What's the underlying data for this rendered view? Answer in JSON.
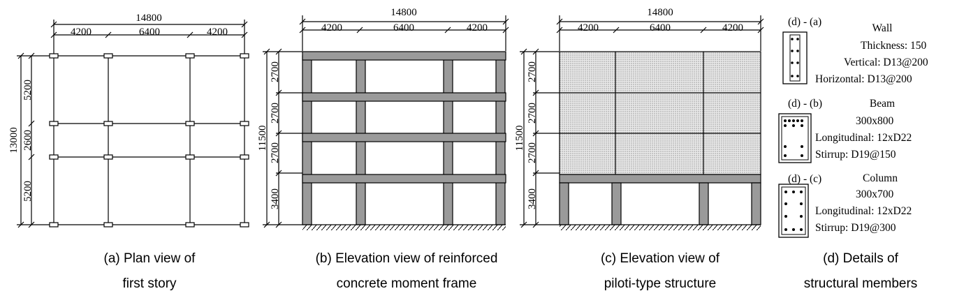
{
  "panels": {
    "a": {
      "caption_line1": "(a) Plan view of",
      "caption_line2": "first story",
      "dim_total_x": "14800",
      "dim_bays_x": [
        "4200",
        "6400",
        "4200"
      ],
      "dim_total_y": "13000",
      "dim_bays_y": [
        "5200",
        "2600",
        "5200"
      ]
    },
    "b": {
      "caption_line1": "(b) Elevation view of reinforced",
      "caption_line2": "concrete moment frame",
      "dim_total_x": "14800",
      "dim_bays_x": [
        "4200",
        "6400",
        "4200"
      ],
      "dim_total_h": "11500",
      "dim_stories": [
        "2700",
        "2700",
        "2700",
        "3400"
      ]
    },
    "c": {
      "caption_line1": "(c) Elevation view of",
      "caption_line2": "piloti-type structure",
      "dim_total_x": "14800",
      "dim_bays_x": [
        "4200",
        "6400",
        "4200"
      ],
      "dim_total_h": "11500",
      "dim_stories": [
        "2700",
        "2700",
        "2700",
        "3400"
      ]
    },
    "d": {
      "caption_line1": "(d) Details of",
      "caption_line2": "structural members",
      "wall": {
        "tag": "(d) - (a)",
        "name": "Wall",
        "line1": "Thickness: 150",
        "line2": "Vertical: D13@200",
        "line3": "Horizontal: D13@200"
      },
      "beam": {
        "tag": "(d) - (b)",
        "name": "Beam",
        "line1": "300x800",
        "line2": "Longitudinal: 12xD22",
        "line3": "Stirrup: D19@150"
      },
      "column": {
        "tag": "(d) - (c)",
        "name": "Column",
        "line1": "300x700",
        "line2": "Longitudinal: 12xD22",
        "line3": "Stirrup: D19@300"
      }
    }
  }
}
